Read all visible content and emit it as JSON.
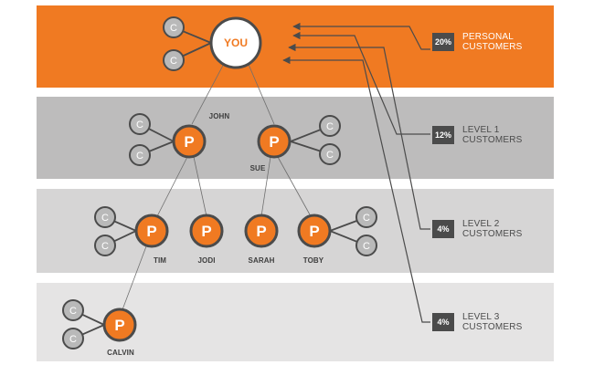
{
  "you_label": "YOU",
  "partner_letter": "P",
  "customer_letter": "C",
  "colors": {
    "orange": "#f07a22",
    "band_1": "#bdbcbc",
    "band_2": "#d6d5d5",
    "band_3": "#e5e4e4",
    "dark": "#4b4b4b",
    "customer_fill": "#b9b9b9"
  },
  "levels": [
    {
      "percent": "20%",
      "line1": "PERSONAL",
      "line2": "CUSTOMERS"
    },
    {
      "percent": "12%",
      "line1": "LEVEL 1",
      "line2": "CUSTOMERS"
    },
    {
      "percent": "4%",
      "line1": "LEVEL 2",
      "line2": "CUSTOMERS"
    },
    {
      "percent": "4%",
      "line1": "LEVEL 3",
      "line2": "CUSTOMERS"
    }
  ],
  "partners": {
    "john": "JOHN",
    "sue": "SUE",
    "tim": "TIM",
    "jodi": "JODI",
    "sarah": "SARAH",
    "toby": "TOBY",
    "calvin": "CALVIN"
  }
}
